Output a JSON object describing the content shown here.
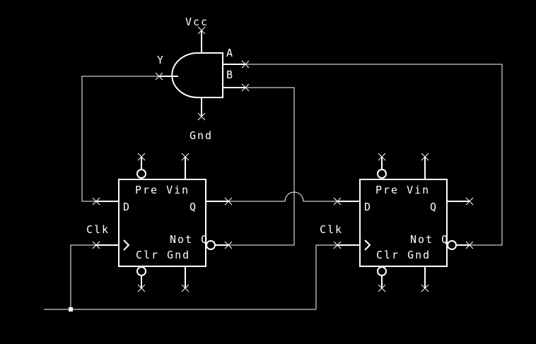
{
  "gate": {
    "vcc": "Vcc",
    "gnd": "Gnd",
    "output": "Y",
    "input_a": "A",
    "input_b": "B"
  },
  "ff1": {
    "pre_vin": "Pre Vin",
    "d": "D",
    "q": "Q",
    "not_q": "Not Q",
    "clr_gnd": "Clr Gnd",
    "clk": "Clk"
  },
  "ff2": {
    "pre_vin": "Pre Vin",
    "d": "D",
    "q": "Q",
    "not_q": "Not Q",
    "clr_gnd": "Clr Gnd",
    "clk": "Clk"
  }
}
